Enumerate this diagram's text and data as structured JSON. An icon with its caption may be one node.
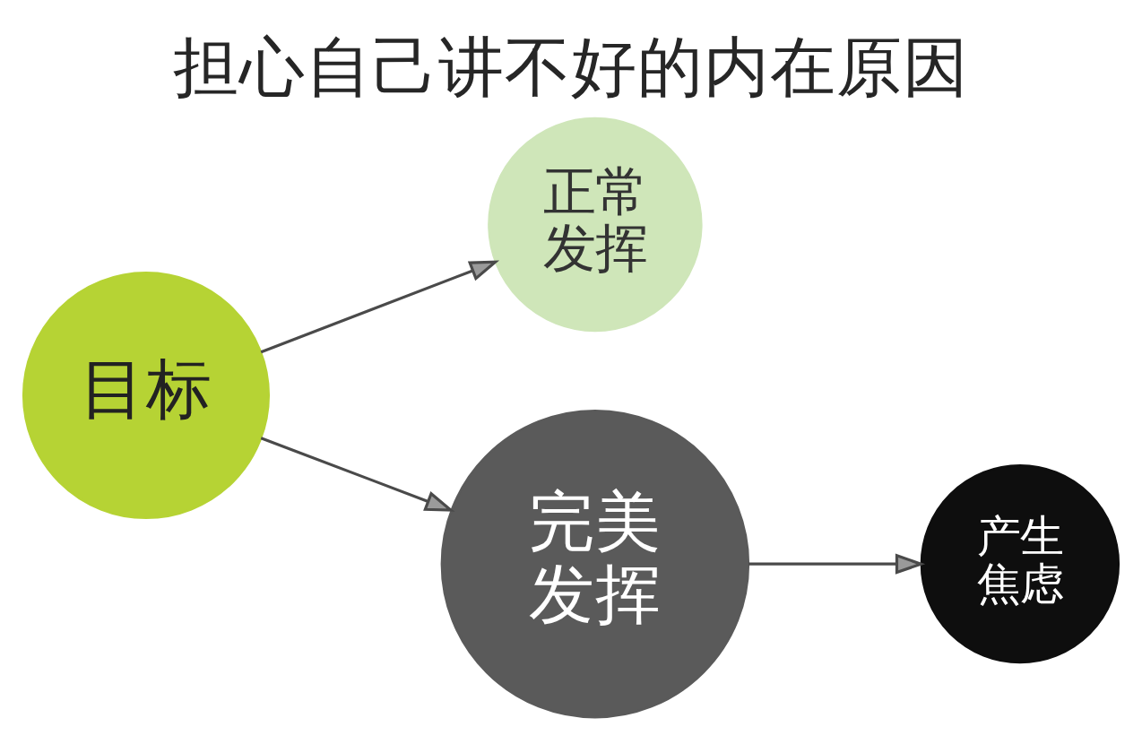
{
  "diagram": {
    "title": "担心自己讲不好的内在原因",
    "nodes": [
      {
        "text": [
          "目标"
        ]
      },
      {
        "text": [
          "正常发挥"
        ]
      },
      {
        "text": [
          "完美发挥"
        ]
      },
      {
        "text": [
          "产生焦虑"
        ]
      }
    ],
    "edges": [
      {
        "from": 0,
        "to": 1,
        "arrow": "to"
      },
      {
        "from": 0,
        "to": 2,
        "arrow": "to"
      },
      {
        "from": 2,
        "to": 3,
        "arrow": "to"
      }
    ]
  }
}
